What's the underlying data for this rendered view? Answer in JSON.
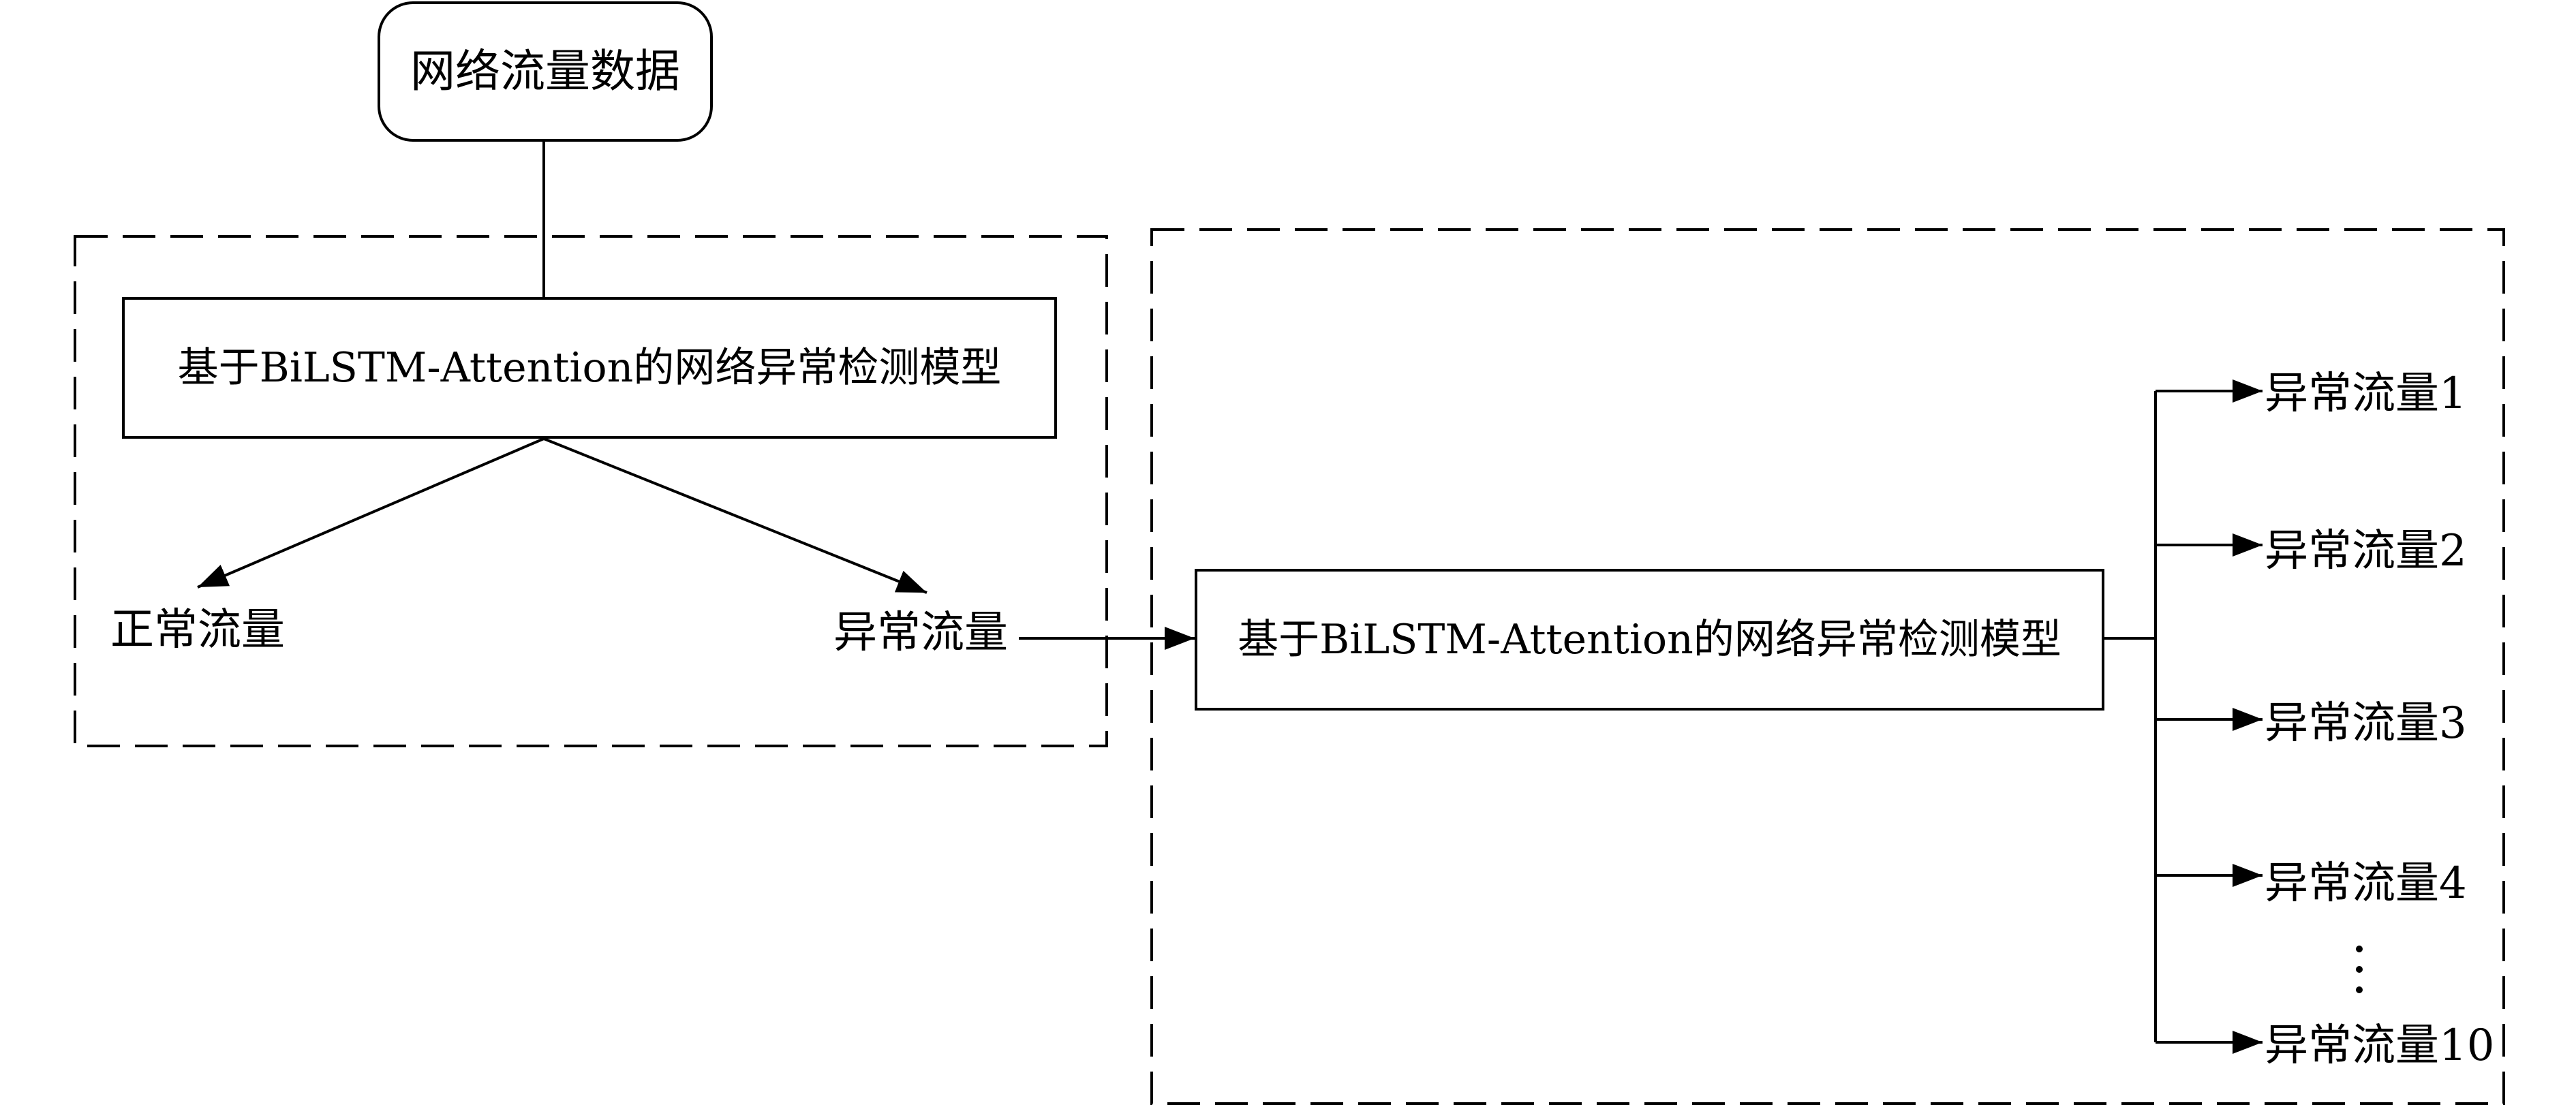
{
  "diagram": {
    "source": "网络流量数据",
    "stage1": {
      "model": "基于BiLSTM-Attention的网络异常检测模型",
      "normal": "正常流量",
      "anomaly": "异常流量"
    },
    "stage2": {
      "model": "基于BiLSTM-Attention的网络异常检测模型",
      "classes": [
        "异常流量1",
        "异常流量2",
        "异常流量3",
        "异常流量4",
        "异常流量10"
      ],
      "ellipsis_icon": "vertical-ellipsis-icon"
    },
    "colors": {
      "line": "#000000",
      "background": "#ffffff"
    }
  }
}
